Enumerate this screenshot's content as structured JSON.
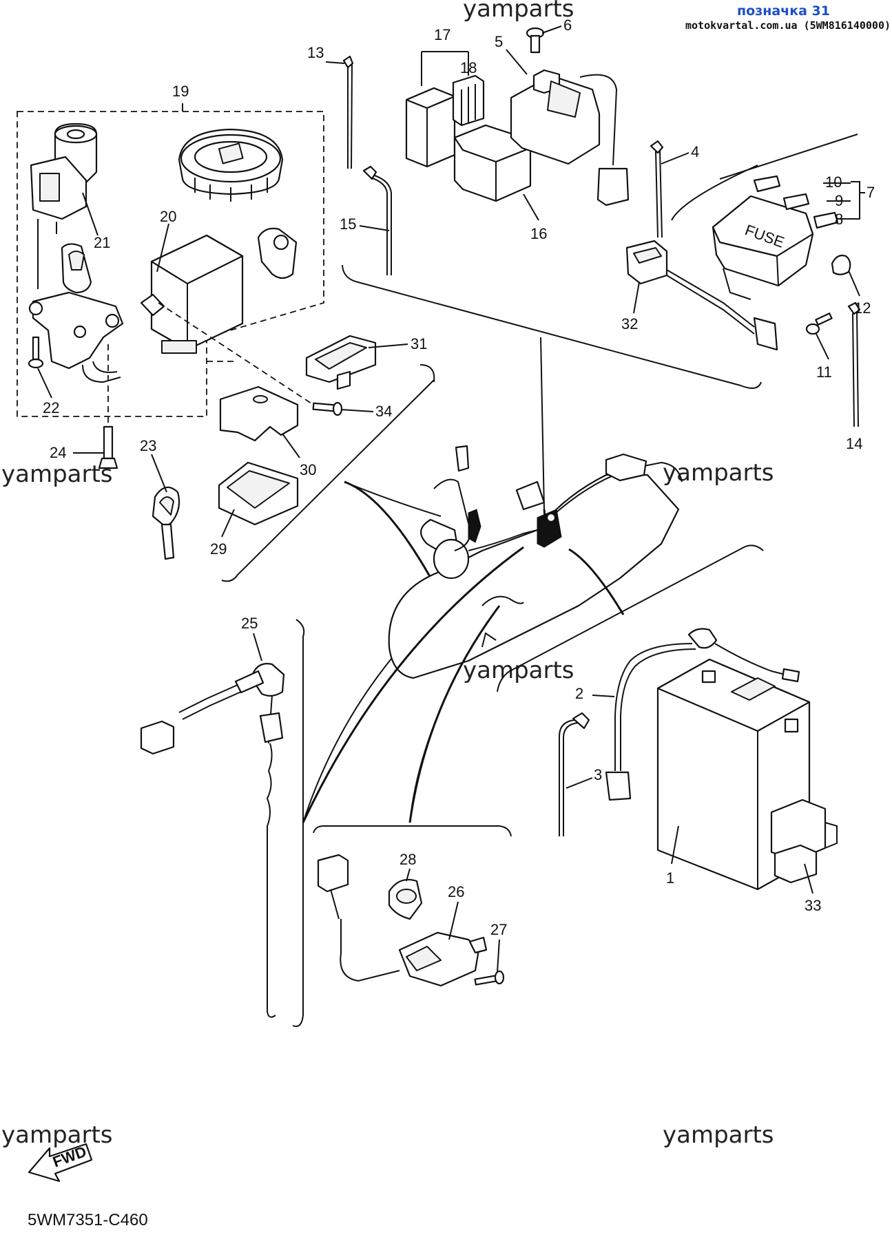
{
  "header": {
    "mark_label": "позначка 31",
    "site_ref": "motokvartal.com.ua (5WM816140000)"
  },
  "watermark": "yamparts",
  "fwd_label": "FWD",
  "diagram_code": "5WM7351-C460",
  "fuse_label": "FUSE",
  "callouts": {
    "c1": "1",
    "c2": "2",
    "c3": "3",
    "c4": "4",
    "c5": "5",
    "c6": "6",
    "c7": "7",
    "c8": "8",
    "c9": "9",
    "c10": "10",
    "c11": "11",
    "c12": "12",
    "c13": "13",
    "c14": "14",
    "c15": "15",
    "c16": "16",
    "c17": "17",
    "c18": "18",
    "c19": "19",
    "c20": "20",
    "c21": "21",
    "c22": "22",
    "c23": "23",
    "c24": "24",
    "c25": "25",
    "c26": "26",
    "c27": "27",
    "c28": "28",
    "c29": "29",
    "c30": "30",
    "c31": "31",
    "c32": "32",
    "c33": "33",
    "c34": "34"
  }
}
